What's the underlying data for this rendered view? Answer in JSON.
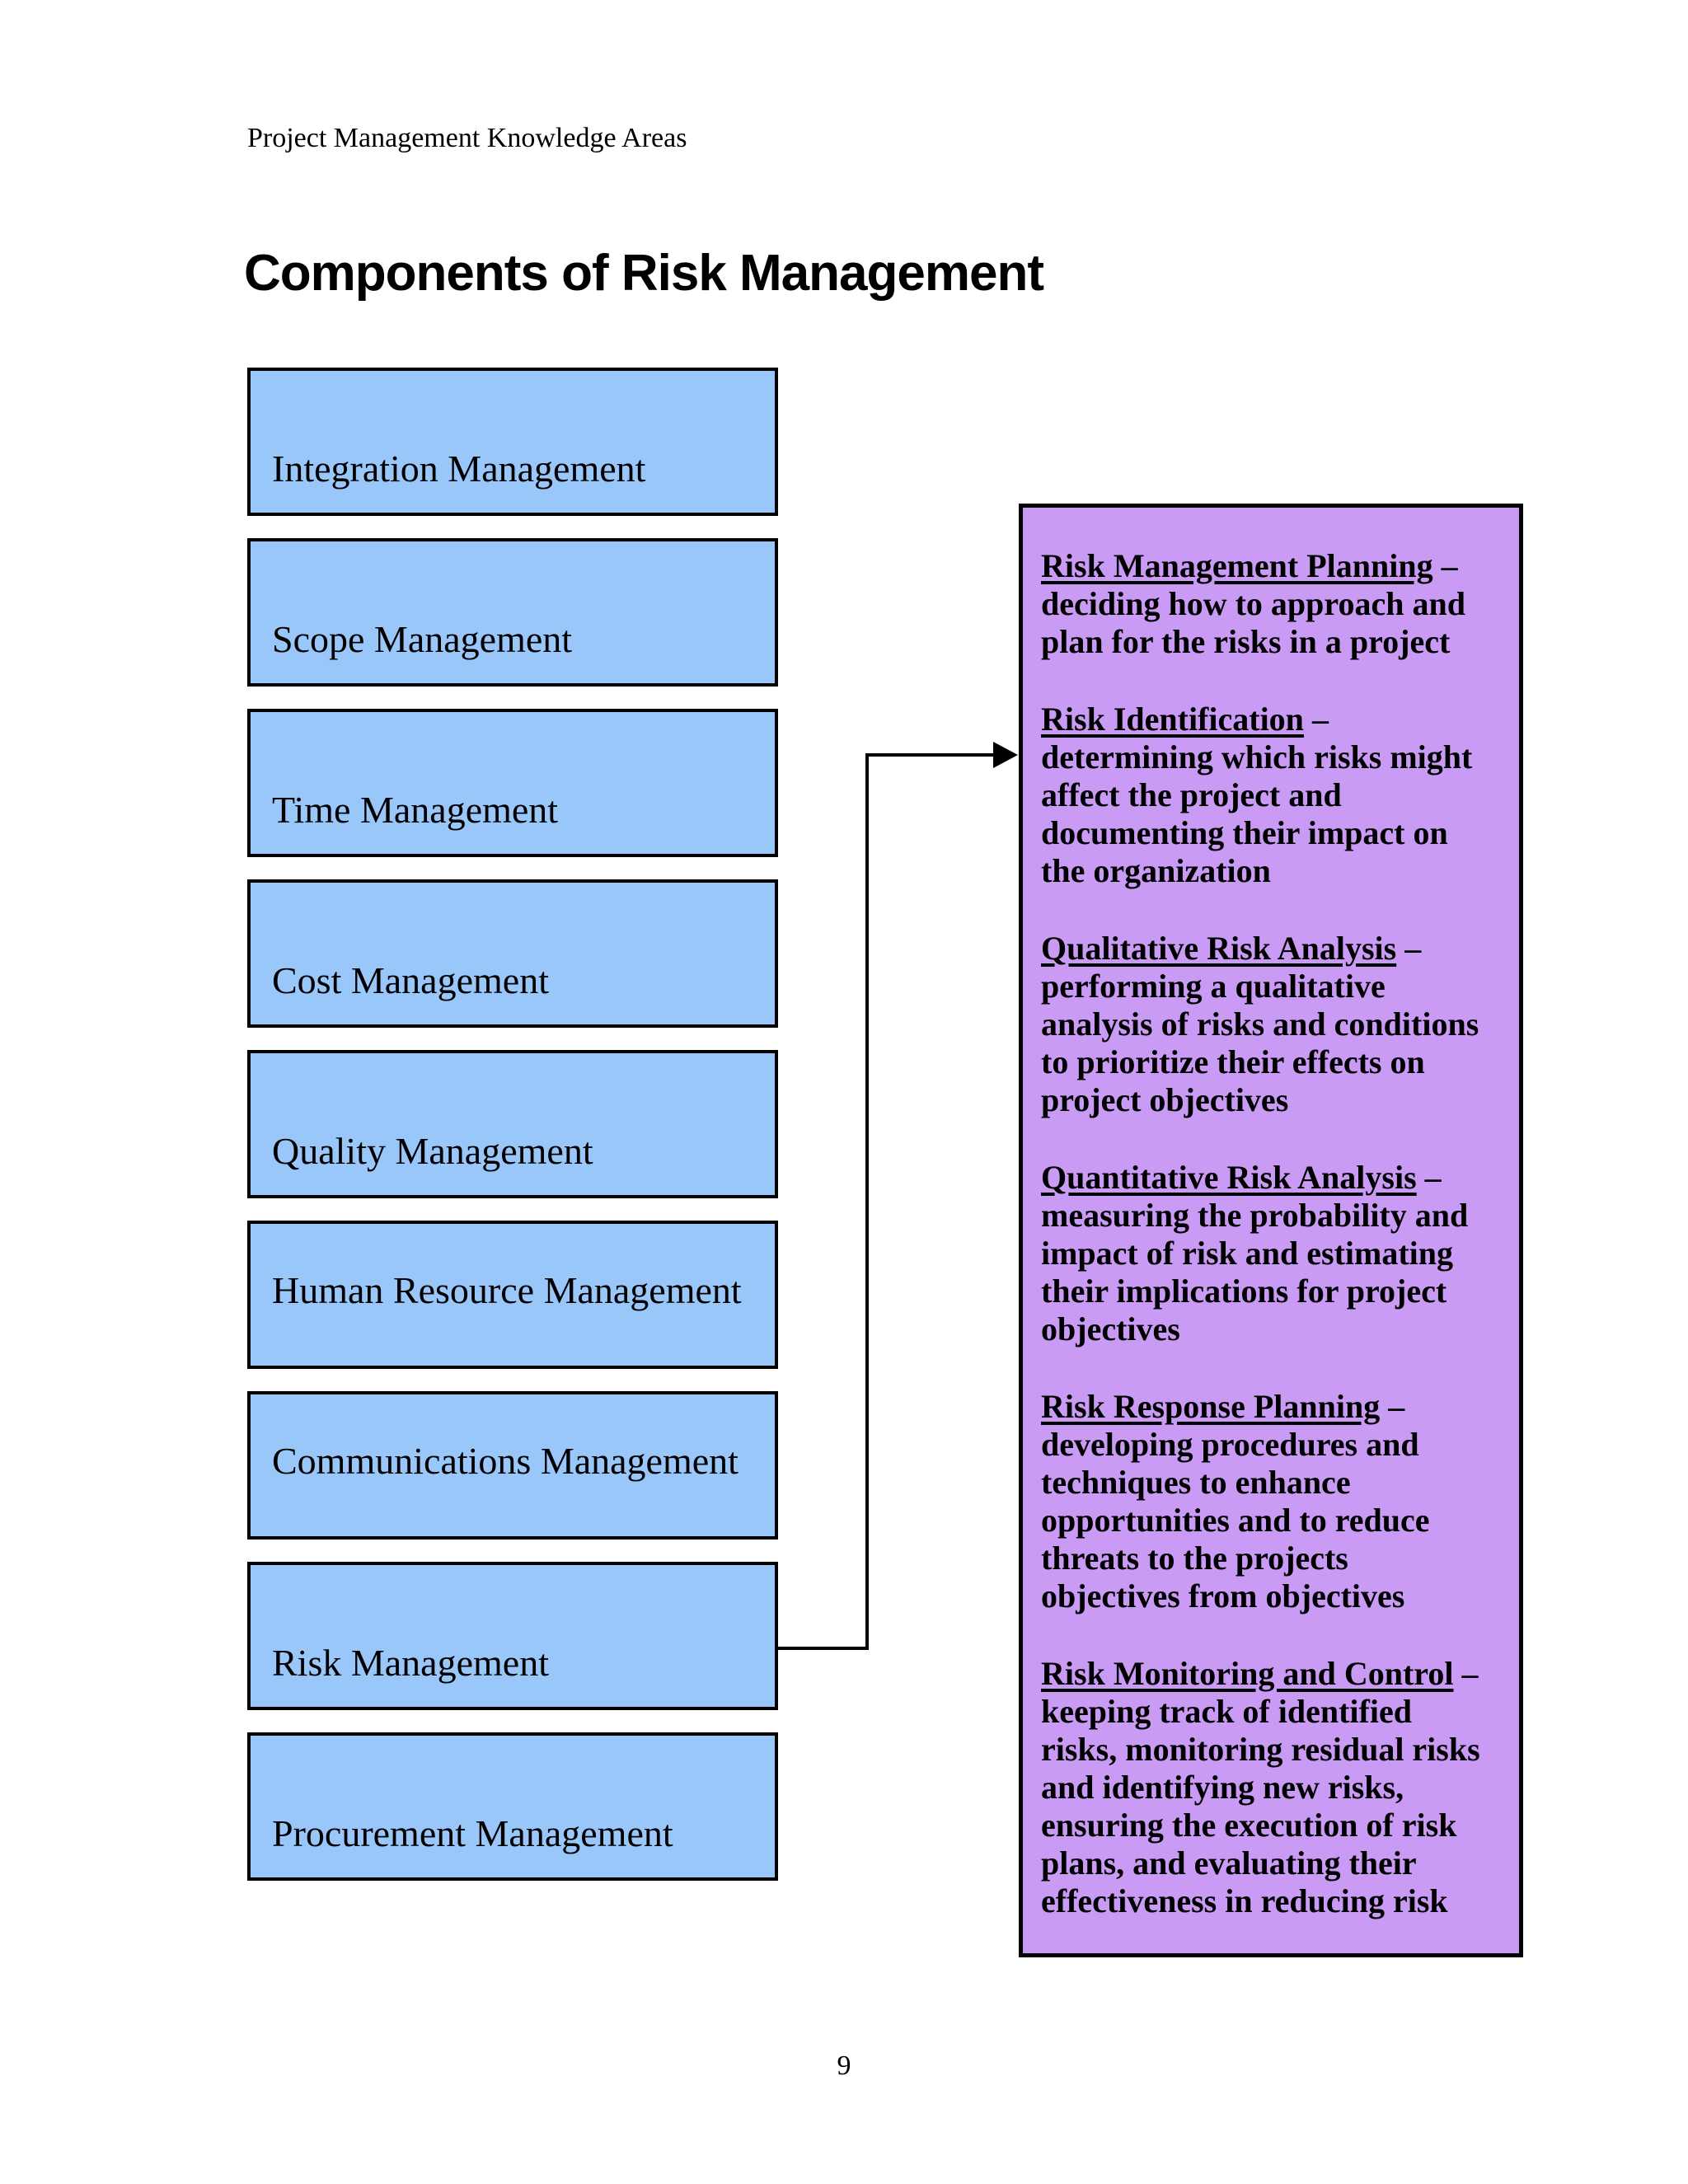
{
  "page": {
    "header": "Project Management Knowledge Areas",
    "title": "Components of Risk Management",
    "page_number": "9"
  },
  "knowledge_areas": [
    "Integration Management",
    "Scope Management",
    "Time Management",
    "Cost Management",
    "Quality Management",
    "Human Resource Management",
    "Communications Management",
    "Risk Management",
    "Procurement Management"
  ],
  "separator": "–",
  "risk_components": [
    {
      "heading": "Risk Management Planning",
      "description": "deciding how to approach and plan for the risks in a project"
    },
    {
      "heading": "Risk Identification",
      "description": "determining which risks might affect the project and documenting their impact on the organization"
    },
    {
      "heading": "Qualitative Risk Analysis",
      "description": "performing a qualitative analysis of risks and conditions to prioritize their effects on project objectives"
    },
    {
      "heading": "Quantitative Risk Analysis",
      "description": "measuring the probability and impact of risk and estimating their implications for project objectives"
    },
    {
      "heading": "Risk Response Planning",
      "description": "developing procedures and techniques to enhance opportunities and to reduce threats to the projects objectives from objectives"
    },
    {
      "heading": "Risk Monitoring and Control",
      "description": "keeping track of identified risks, monitoring residual risks and identifying new risks, ensuring the execution of risk plans, and evaluating their effectiveness in reducing risk"
    }
  ],
  "colors": {
    "box_fill": "#9AC7FA",
    "panel_fill": "#C99BF4",
    "border": "#000000",
    "text": "#000000",
    "page_bg": "#FFFFFF"
  }
}
